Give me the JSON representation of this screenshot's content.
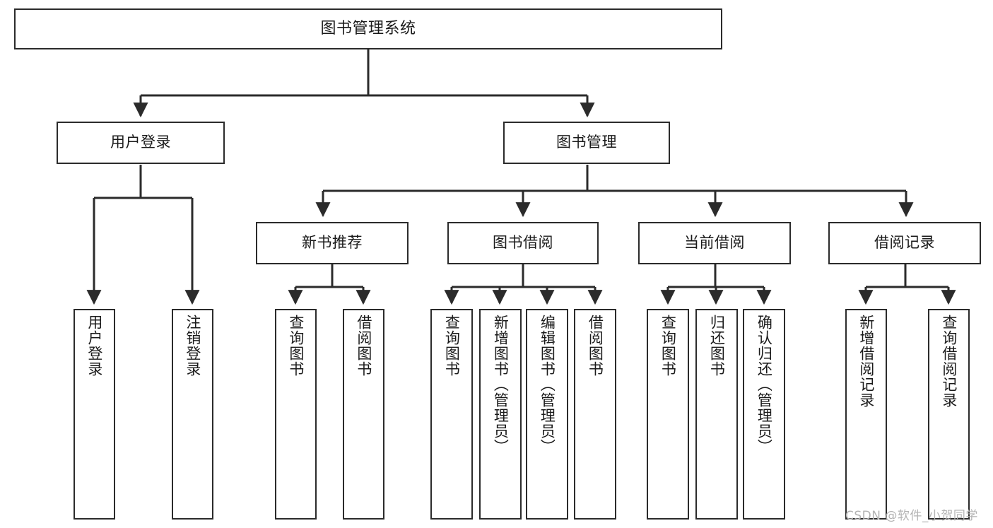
{
  "diagram": {
    "type": "tree-hierarchy",
    "title": "图书管理系统",
    "watermark": "CSDN @软件_小贺同学",
    "colors": {
      "box_border": "#2b2b2b",
      "box_fill": "#ffffff",
      "connector": "#2b2b2b",
      "text": "#1a1a1a",
      "watermark": "#b3b3b3",
      "background": "#ffffff"
    },
    "root": {
      "id": "root",
      "label": "图书管理系统"
    },
    "level2": [
      {
        "id": "user-login",
        "label": "用户登录"
      },
      {
        "id": "book-manage",
        "label": "图书管理"
      }
    ],
    "level3": [
      {
        "id": "new-book-recommend",
        "label": "新书推荐"
      },
      {
        "id": "book-borrow",
        "label": "图书借阅"
      },
      {
        "id": "current-borrow",
        "label": "当前借阅"
      },
      {
        "id": "borrow-record",
        "label": "借阅记录"
      }
    ],
    "leaves": {
      "user_login": [
        {
          "id": "leaf-user-login",
          "label": "用户登录"
        },
        {
          "id": "leaf-logout-login",
          "label": "注销登录"
        }
      ],
      "new_book_recommend": [
        {
          "id": "leaf-query-book-1",
          "label": "查询图书"
        },
        {
          "id": "leaf-borrow-book-1",
          "label": "借阅图书"
        }
      ],
      "book_borrow": [
        {
          "id": "leaf-query-book-2",
          "label": "查询图书"
        },
        {
          "id": "leaf-add-book-admin",
          "label": "新增图书（管理员）"
        },
        {
          "id": "leaf-edit-book-admin",
          "label": "编辑图书（管理员）"
        },
        {
          "id": "leaf-borrow-book-2",
          "label": "借阅图书"
        }
      ],
      "current_borrow": [
        {
          "id": "leaf-query-book-3",
          "label": "查询图书"
        },
        {
          "id": "leaf-return-book",
          "label": "归还图书"
        },
        {
          "id": "leaf-confirm-return-admin",
          "label": "确认归还（管理员）"
        }
      ],
      "borrow_record": [
        {
          "id": "leaf-add-borrow-record",
          "label": "新增借阅记录"
        },
        {
          "id": "leaf-query-borrow-record",
          "label": "查询借阅记录"
        }
      ]
    }
  }
}
